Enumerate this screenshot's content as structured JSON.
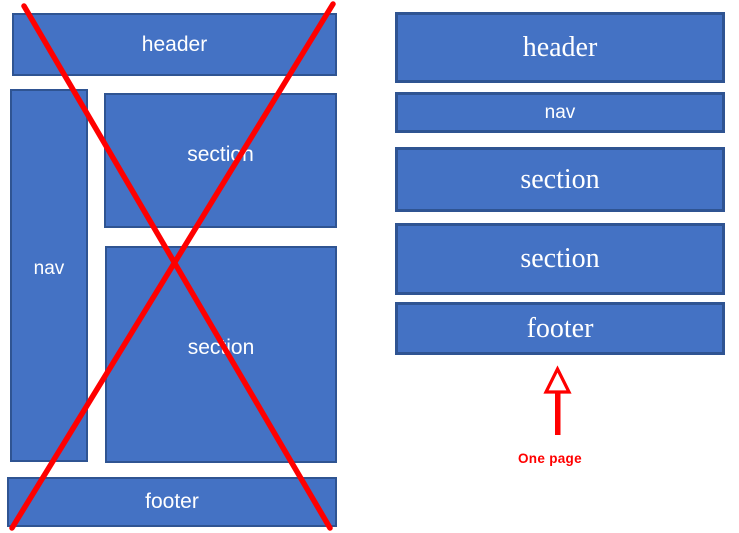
{
  "left_layout": {
    "crossed_out": true,
    "boxes": [
      {
        "label": "header"
      },
      {
        "label": "nav"
      },
      {
        "label": "section"
      },
      {
        "label": "section"
      },
      {
        "label": "footer"
      }
    ]
  },
  "right_layout": {
    "boxes": [
      {
        "label": "header"
      },
      {
        "label": "nav"
      },
      {
        "label": "section"
      },
      {
        "label": "section"
      },
      {
        "label": "footer"
      }
    ],
    "annotation": "One page"
  },
  "icons": {
    "cross": "red-x-icon",
    "arrow": "arrow-up-icon"
  },
  "colors": {
    "box_fill": "#4472C4",
    "box_border": "#2F5492",
    "annotation_red": "#FF0000",
    "label_text": "#FFFFFF",
    "background": "#FFFFFF"
  }
}
